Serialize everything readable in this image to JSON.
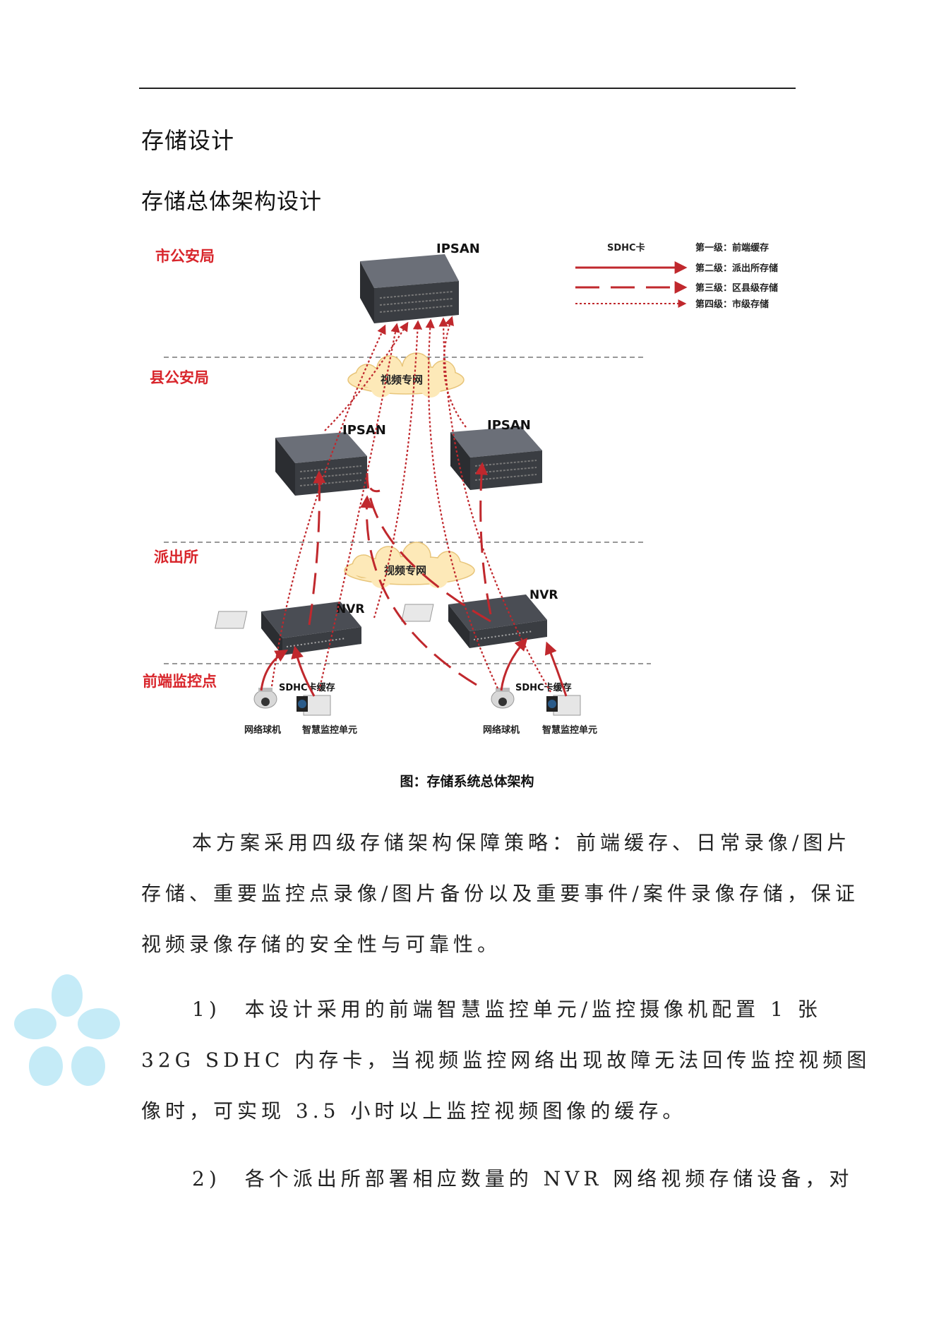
{
  "headings": {
    "section": "存储设计",
    "subsection": "存储总体架构设计"
  },
  "diagram": {
    "tiers": {
      "city": "市公安局",
      "county": "县公安局",
      "station": "派出所",
      "frontend": "前端监控点"
    },
    "devices": {
      "ipsan_city": "IPSAN",
      "ipsan_county_left": "IPSAN",
      "ipsan_county_right": "IPSAN",
      "cloud_top": "视频专网",
      "cloud_bottom": "视频专网",
      "nvr_left": "NVR",
      "nvr_right": "NVR",
      "sdhc_left": "SDHC卡缓存",
      "sdhc_right": "SDHC卡缓存",
      "dome_left": "网络球机",
      "unit_left": "智慧监控单元",
      "dome_right": "网络球机",
      "unit_right": "智慧监控单元"
    },
    "legend": {
      "sdhc": "SDHC卡",
      "level1": "第一级：前端缓存",
      "level2": "第二级：派出所存储",
      "level3": "第三级：区县级存储",
      "level4": "第四级：市级存储"
    },
    "colors": {
      "arrow": "#c0282d",
      "tier_label": "#d8252b",
      "cloud_fill": "#fde9b8",
      "device_dark": "#3a3d42"
    }
  },
  "caption": "图：存储系统总体架构",
  "paragraphs": {
    "intro": [
      "本方案采用四级存储架构保障策略：前端缓存、日常录像/图片",
      "存储、重要监控点录像/图片备份以及重要事件/案件录像存储，保证",
      "视频录像存储的安全性与可靠性。"
    ],
    "item1": [
      "1)　本设计采用的前端智慧监控单元/监控摄像机配置 1 张",
      "32G SDHC 内存卡，当视频监控网络出现故障无法回传监控视频图",
      "像时，可实现 3.5 小时以上监控视频图像的缓存。"
    ],
    "item2": [
      "2)　各个派出所部署相应数量的 NVR 网络视频存储设备，对"
    ]
  }
}
